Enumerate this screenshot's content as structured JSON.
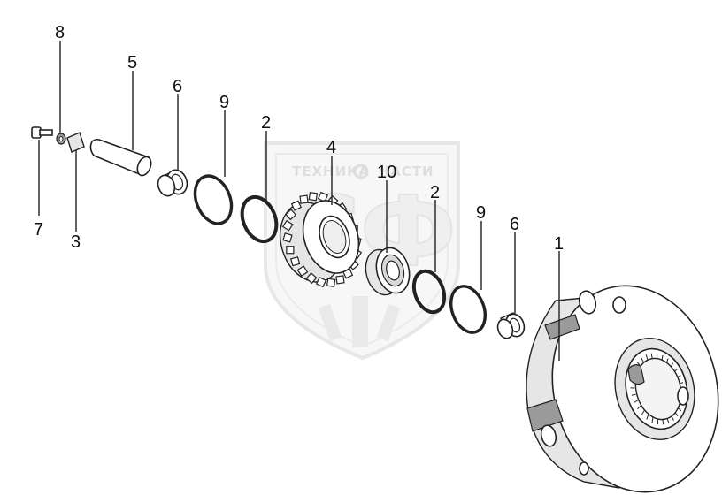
{
  "watermark": {
    "left_word": "ТЕХНИКА",
    "right_word": "ЧАСТИ",
    "logo_letters": "СФ"
  },
  "callouts": [
    {
      "id": "1",
      "label": "1"
    },
    {
      "id": "2a",
      "label": "2"
    },
    {
      "id": "2b",
      "label": "2"
    },
    {
      "id": "3",
      "label": "3"
    },
    {
      "id": "4",
      "label": "4"
    },
    {
      "id": "5",
      "label": "5"
    },
    {
      "id": "6a",
      "label": "6"
    },
    {
      "id": "6b",
      "label": "6"
    },
    {
      "id": "7",
      "label": "7"
    },
    {
      "id": "8",
      "label": "8"
    },
    {
      "id": "9a",
      "label": "9"
    },
    {
      "id": "9b",
      "label": "9"
    },
    {
      "id": "10",
      "label": "10"
    }
  ],
  "colors": {
    "line": "#222222",
    "watermark": "#d9d9d9",
    "shade": "#e6e6e6"
  }
}
